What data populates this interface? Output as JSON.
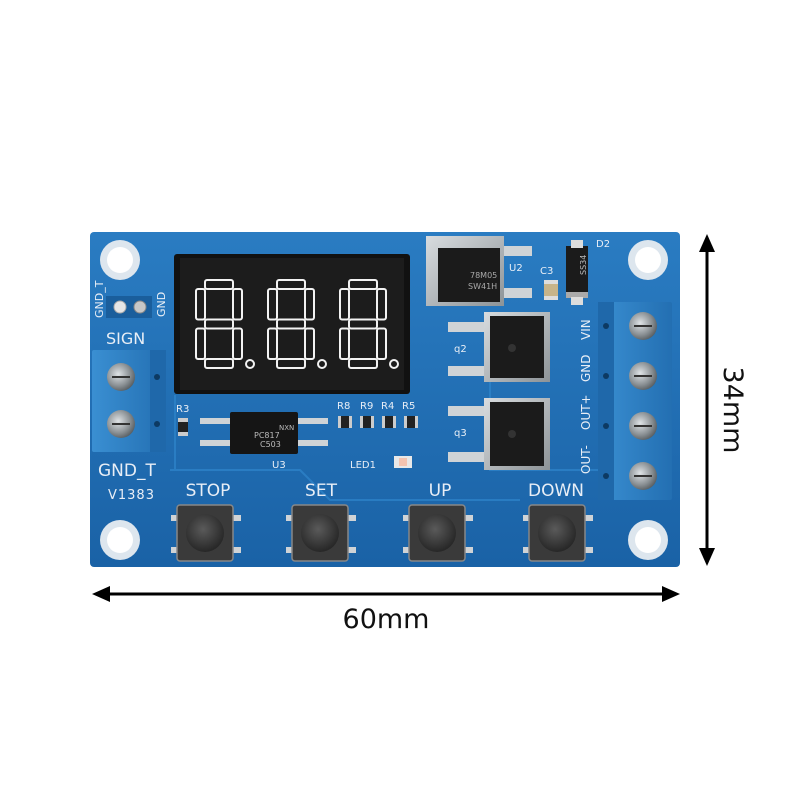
{
  "dimensions": {
    "width": "60mm",
    "height": "34mm"
  },
  "display": {
    "digits": [
      "8.",
      "8.",
      "8."
    ]
  },
  "buttons": [
    {
      "label": "STOP"
    },
    {
      "label": "SET"
    },
    {
      "label": "UP"
    },
    {
      "label": "DOWN"
    }
  ],
  "silkscreen": {
    "gnd_t_top": "GND_T",
    "gnd": "GND",
    "sign": "SIGN",
    "gnd_t_bottom": "GND_T",
    "version": "V1383",
    "u2": "U2",
    "u3": "U3",
    "c3": "C3",
    "d2": "D2",
    "q2": "q2",
    "q3": "q3",
    "r3": "R3",
    "r8": "R8",
    "r9": "R9",
    "r4": "R4",
    "r5": "R5",
    "led1": "LED1",
    "vin": "VIN",
    "gnd_right": "GND",
    "out_plus": "OUT+",
    "out_minus": "OUT-"
  },
  "chips": {
    "optocoupler": [
      "NXN",
      "PC817",
      "C503"
    ],
    "regulator": [
      "78M05",
      "SW41H"
    ],
    "diode": "SS34"
  },
  "colors": {
    "pcb": "#1f6fb4",
    "terminal": "#2a7fc4",
    "display_bg": "#1a1a1a",
    "segment": "#f2f2f2",
    "button_body": "#3a3a3a"
  }
}
